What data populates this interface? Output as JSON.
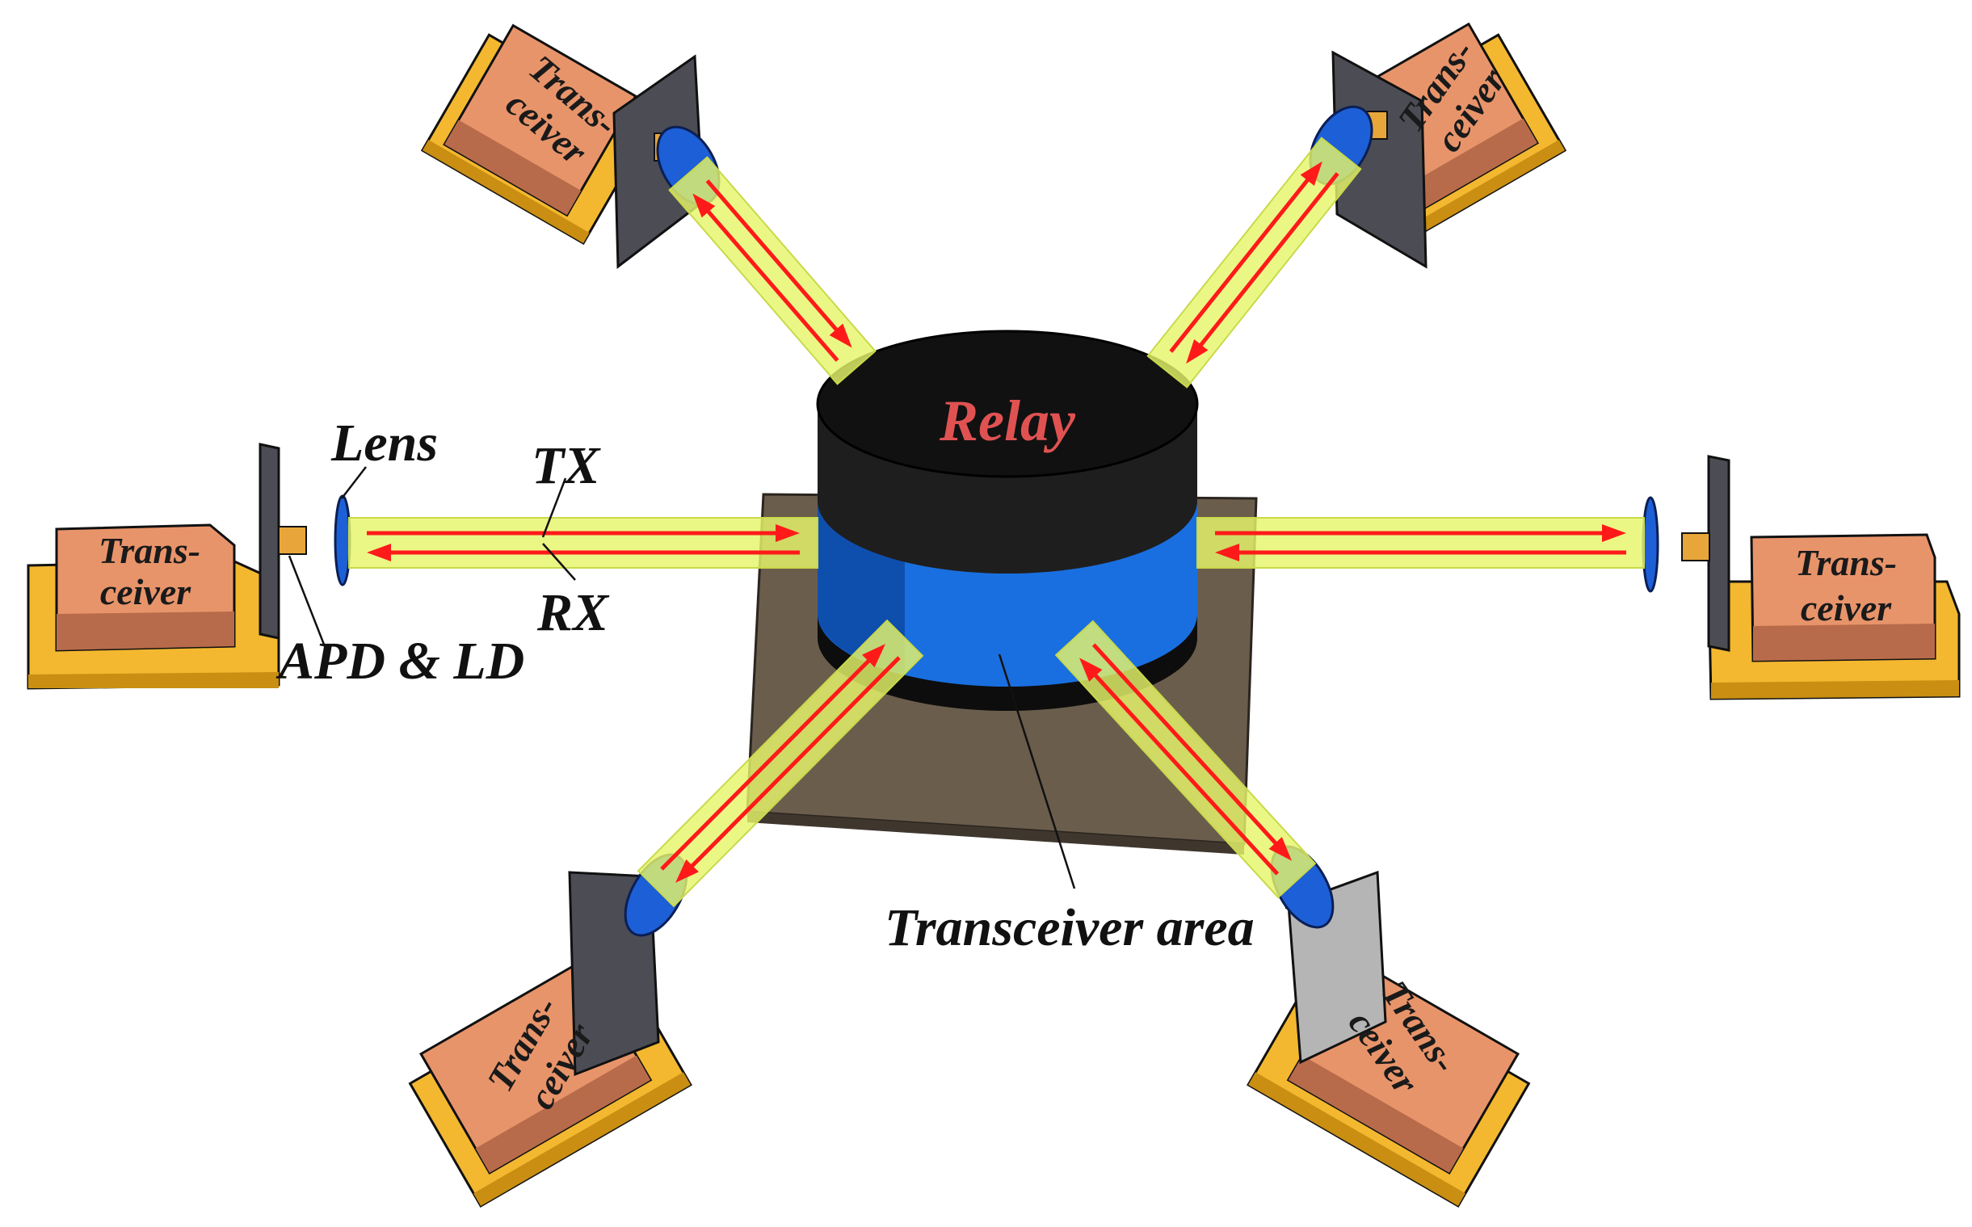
{
  "labels": {
    "relay": "Relay",
    "lens": "Lens",
    "tx": "TX",
    "rx": "RX",
    "apd_ld": "APD & LD",
    "transceiver_area": "Transceiver area"
  },
  "transceiver_text": {
    "line1": "Trans-",
    "line2": "ceiver"
  },
  "colors": {
    "beam": "#e6f56a",
    "arrow": "#ff1a1a",
    "relay_top": "#111111",
    "relay_band": "#1a6fe0",
    "relay_text": "#e05252",
    "platform": "#6b5d4c",
    "box_top": "#e8946a",
    "base": "#f3b82f",
    "plate": "#4c4c55",
    "lens": "#1d5fd6"
  }
}
